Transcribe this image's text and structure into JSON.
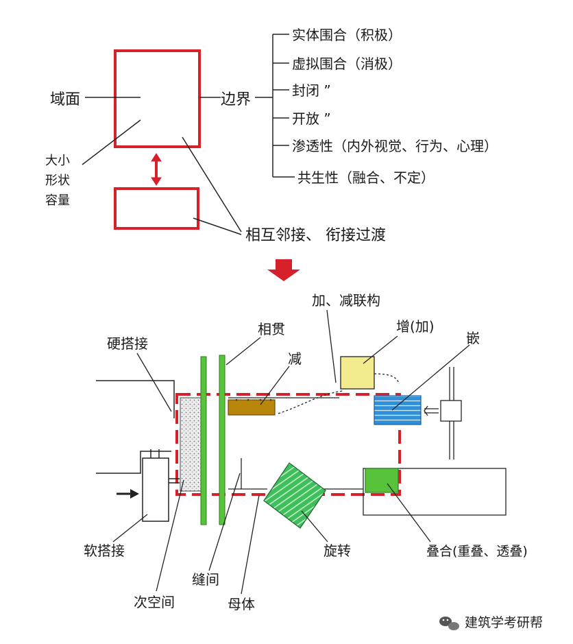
{
  "top": {
    "field_label": "域面",
    "boundary_label": "边界",
    "size_label_1": "大小",
    "size_label_2": "形状",
    "size_label_3": "容量",
    "boundary_items": [
      "实体围合（积极）",
      "虚拟围合（消极）",
      "封闭 ”",
      "开放 ”",
      "渗透性（内外视觉、行为、心理）",
      "共生性（融合、不定）"
    ],
    "adjacency_label": "相互邻接、 衔接过渡"
  },
  "bottom": {
    "hard_joint": "硬搭接",
    "penetrate": "相贯",
    "subtract": "减",
    "add_sub_link": "加、减联构",
    "add": "增(加)",
    "embed": "嵌",
    "soft_joint": "软搭接",
    "rotate": "旋转",
    "overlap": "叠合(重叠、透叠)",
    "sub_space": "次空间",
    "gap": "缝间",
    "mother": "母体"
  },
  "watermark": "建筑学考研帮",
  "colors": {
    "red": "#d6202a",
    "green": "#58c23a",
    "blue": "#2f8fd8",
    "brown": "#b8860b",
    "yellow": "#f3ec8e"
  }
}
